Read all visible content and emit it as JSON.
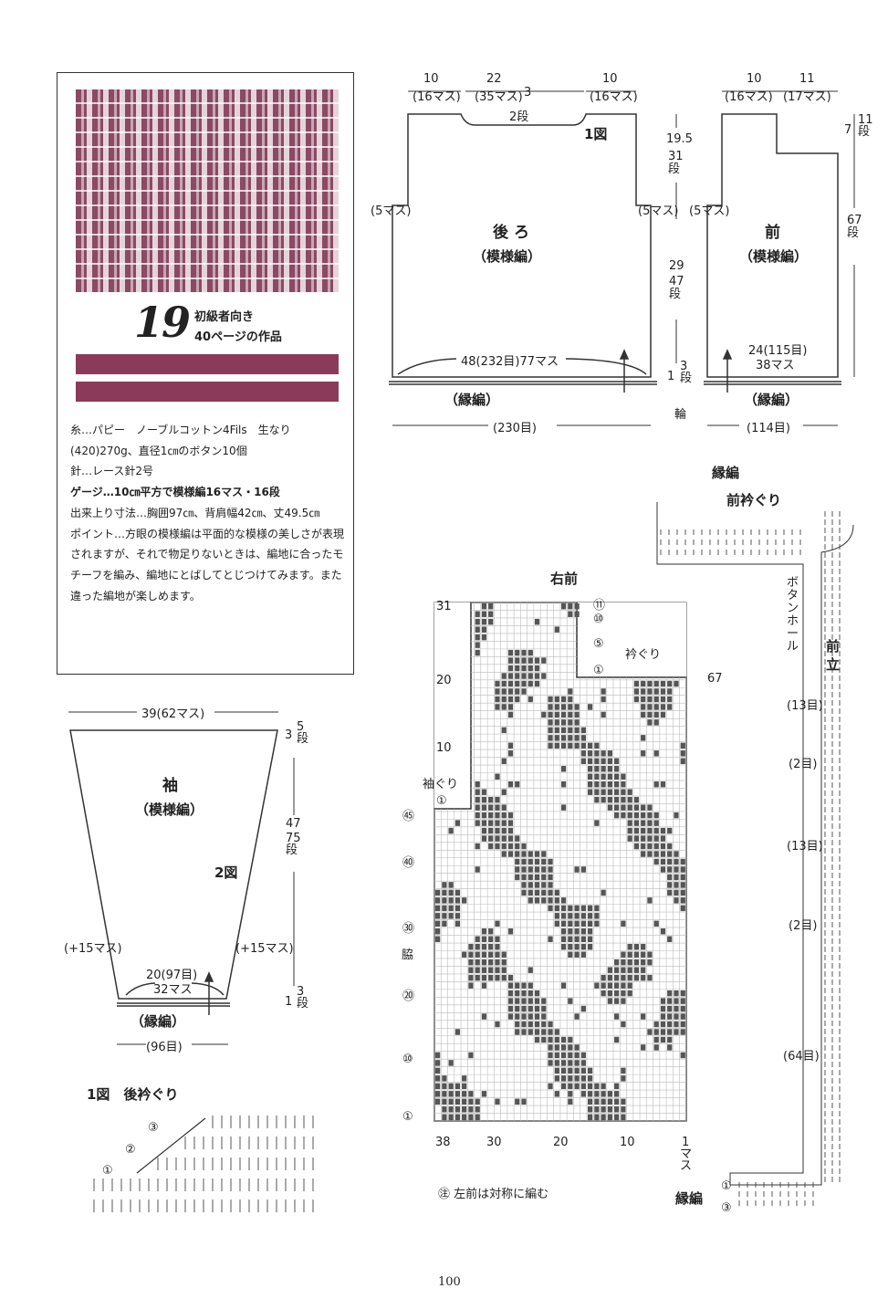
{
  "pattern": {
    "number": "19",
    "level": "初級者向き",
    "ref": "40ページの作品",
    "yarn": "糸…パピー　ノーブルコットン4Fils　生なり(420)270g、直径1㎝のボタン10個",
    "needle": "針…レース針2号",
    "gauge": "ゲージ…10㎝平方で模様編16マス・16段",
    "size": "出来上り寸法…胸囲97㎝、背肩幅42㎝、丈49.5㎝",
    "point": "ポイント…方眼の模様編は平面的な模様の美しさが表現されますが、それで物足りないときは、編地に合ったモチーフを編み、編地にとばしてとじつけてみます。また違った編地が楽しめます。"
  },
  "back": {
    "title": "後ろ",
    "sub": "（模様編）",
    "fig": "1図",
    "top_l": "10",
    "top_l2": "(16マス)",
    "top_c": "22",
    "top_c2": "(35マス)",
    "neck": "3",
    "neck2": "2段",
    "top_r": "10",
    "top_r2": "(16マス)",
    "side_l": "(5マス)",
    "side_r": "(5マス)",
    "bottom": "48(232目)77マス",
    "edge": "（縁編）",
    "width": "(230目)"
  },
  "mid_dims": {
    "h1": "19.5",
    "h1b": "31段",
    "h2": "29",
    "h2b": "47段",
    "h3": "1",
    "h3b": "3段",
    "ring": "輪"
  },
  "front": {
    "title": "前",
    "sub": "（模様編）",
    "top_l": "10",
    "top_l2": "(16マス)",
    "top_r": "11",
    "top_r2": "(17マス)",
    "side_l": "(5マス)",
    "h_top": "7",
    "h_top2": "11段",
    "h_all": "67段",
    "bottom1": "24(115目)",
    "bottom2": "38マス",
    "edge": "（縁編）",
    "width": "(114目)"
  },
  "sleeve": {
    "title": "袖",
    "sub": "（模様編）",
    "fig": "2図",
    "top": "39(62マス)",
    "h1": "3",
    "h1b": "5段",
    "h2": "47",
    "h2b": "75段",
    "inc_l": "(+15マス)",
    "inc_r": "(+15マス)",
    "bottom1": "20(97目)",
    "bottom2": "32マス",
    "h3": "1",
    "h3b": "3段",
    "edge": "（縁編）",
    "width": "(96目)"
  },
  "chart": {
    "title": "右前",
    "neck": "衿ぐり",
    "armhole": "袖ぐり",
    "side": "脇",
    "row_labels": [
      "⑪",
      "⑩",
      "⑤",
      "①",
      "㊺",
      "㊵",
      "㉚",
      "⑳",
      "⑩",
      "①"
    ],
    "row67": "67",
    "row31": "31",
    "row20": "20",
    "row10": "10",
    "x_labels": [
      "38",
      "30",
      "20",
      "10",
      "1"
    ],
    "masu": "マス",
    "note": "㊟ 左前は対称に編む"
  },
  "border": {
    "title": "縁編",
    "neck": "前衿ぐり",
    "buttonhole": "ボタンホール",
    "band": "前立",
    "c1": "(13目)",
    "c2": "(2目)",
    "c3": "(13目)",
    "c4": "(2目)",
    "c5": "(64目)",
    "bottom": "縁編",
    "r1": "①",
    "r3": "③"
  },
  "fig1": {
    "title": "1図　後衿ぐり",
    "r1": "①",
    "r2": "②",
    "r3": "③"
  },
  "page": "100"
}
